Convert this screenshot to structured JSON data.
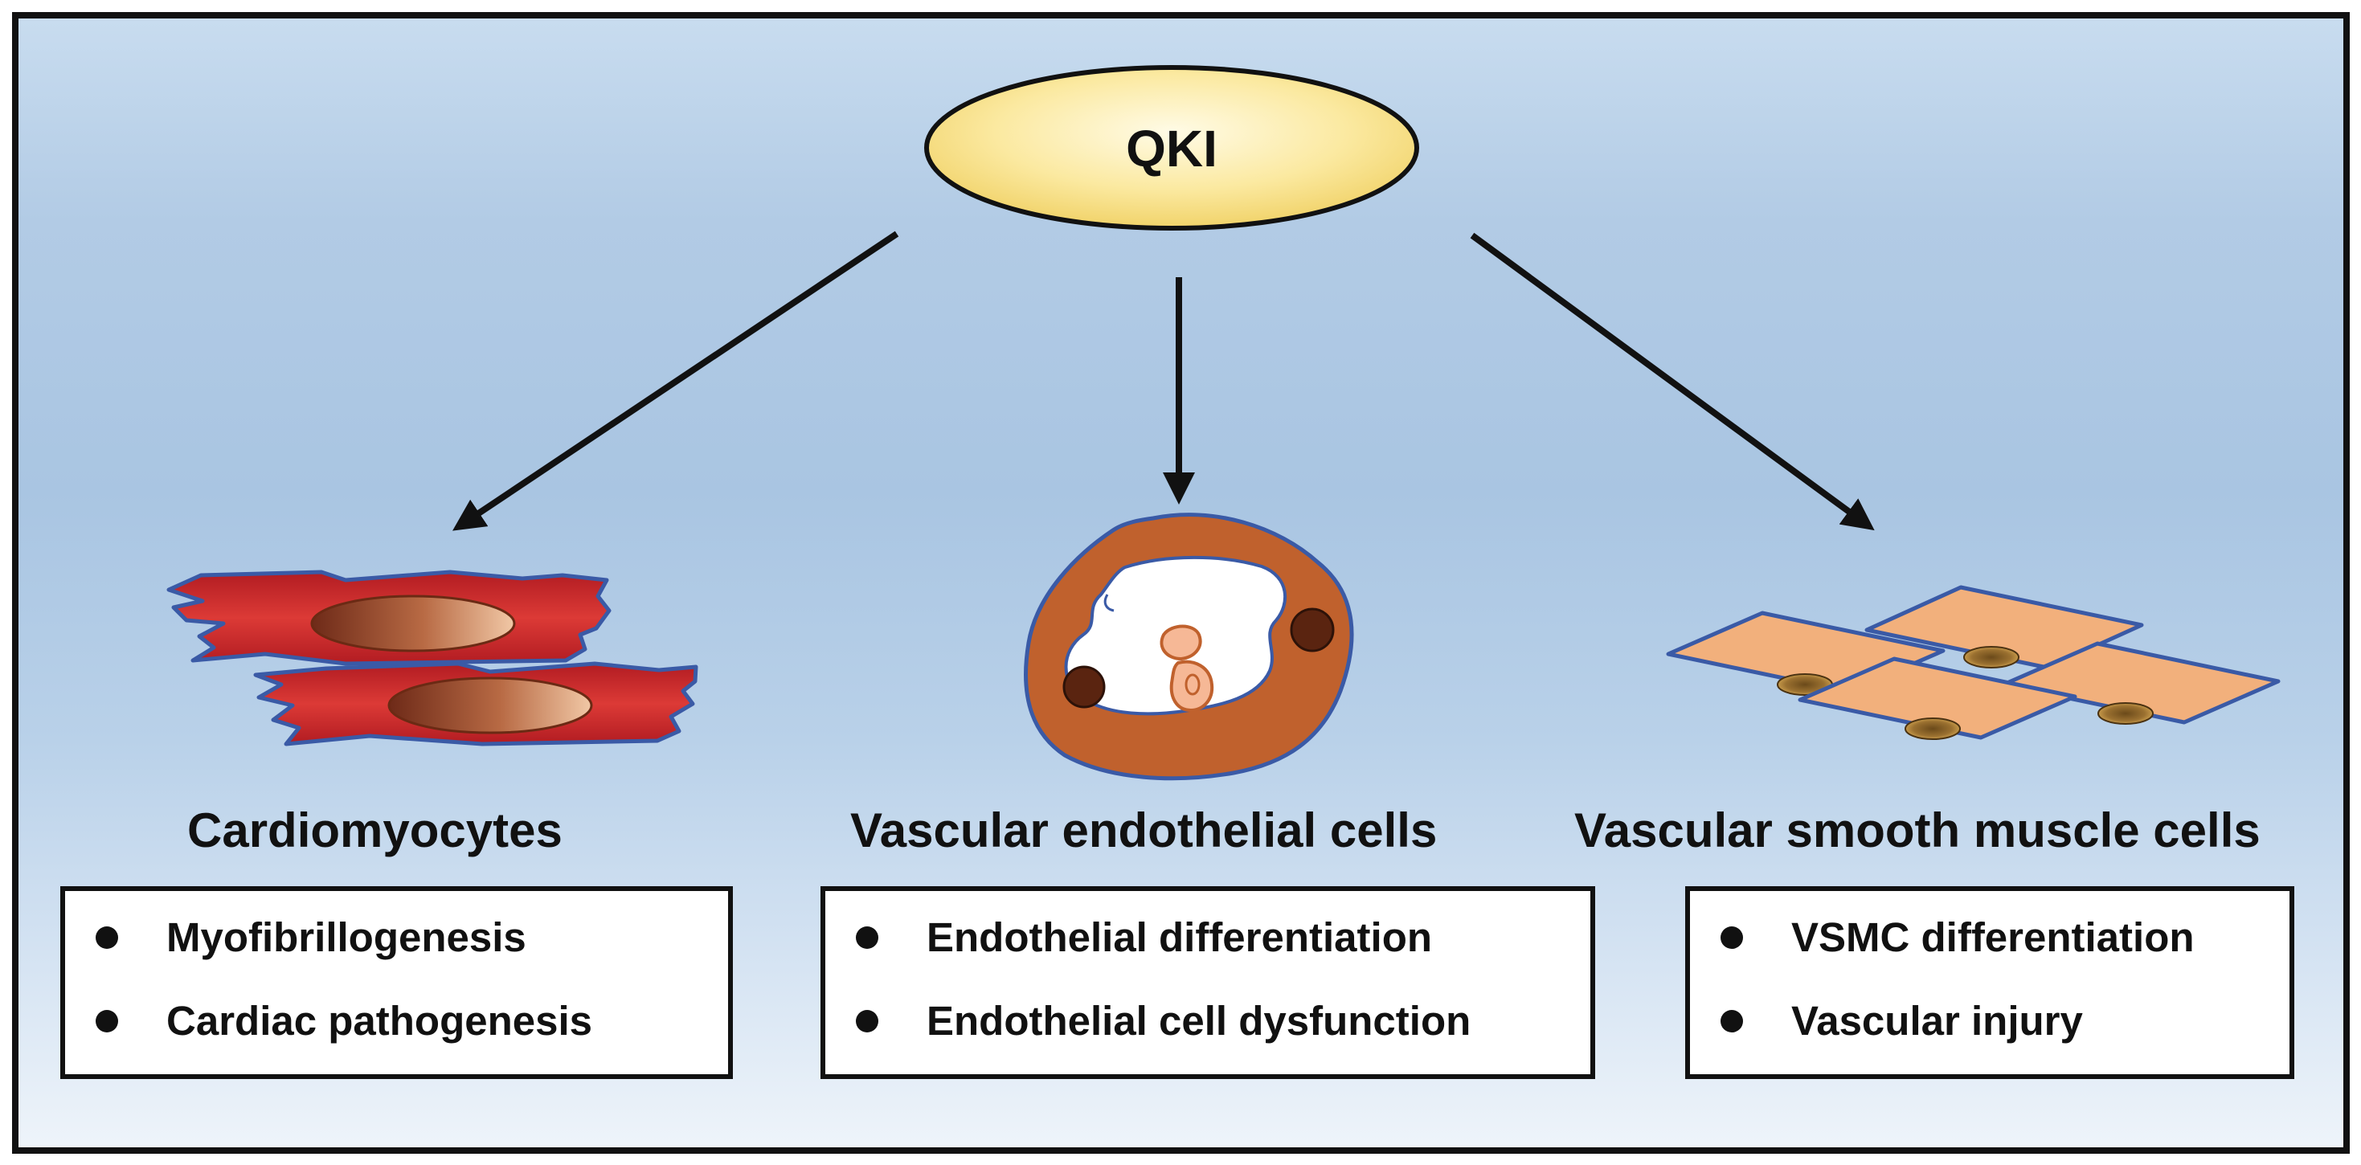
{
  "root_node": {
    "label": "QKI",
    "fill_color": "#fbeaa3"
  },
  "branches": [
    {
      "key": "cardiomyocytes",
      "title": "Cardiomyocytes",
      "icon": "cardiomyocytes-icon",
      "bullets": [
        "Myofibrillogenesis",
        "Cardiac pathogenesis"
      ]
    },
    {
      "key": "endothelial",
      "title": "Vascular endothelial cells",
      "icon": "endothelial-cell-icon",
      "bullets": [
        "Endothelial differentiation",
        "Endothelial cell dysfunction"
      ]
    },
    {
      "key": "vsmc",
      "title": "Vascular smooth muscle cells",
      "icon": "smooth-muscle-cells-icon",
      "bullets": [
        "VSMC differentiation",
        "Vascular injury"
      ]
    }
  ],
  "colors": {
    "cardiomyocyte_red": "#c4262b",
    "endothelial_brown": "#c0612d",
    "vsmc_peach": "#f2b07c",
    "cell_outline_blue": "#3a5aa6",
    "arrow": "#111111"
  }
}
